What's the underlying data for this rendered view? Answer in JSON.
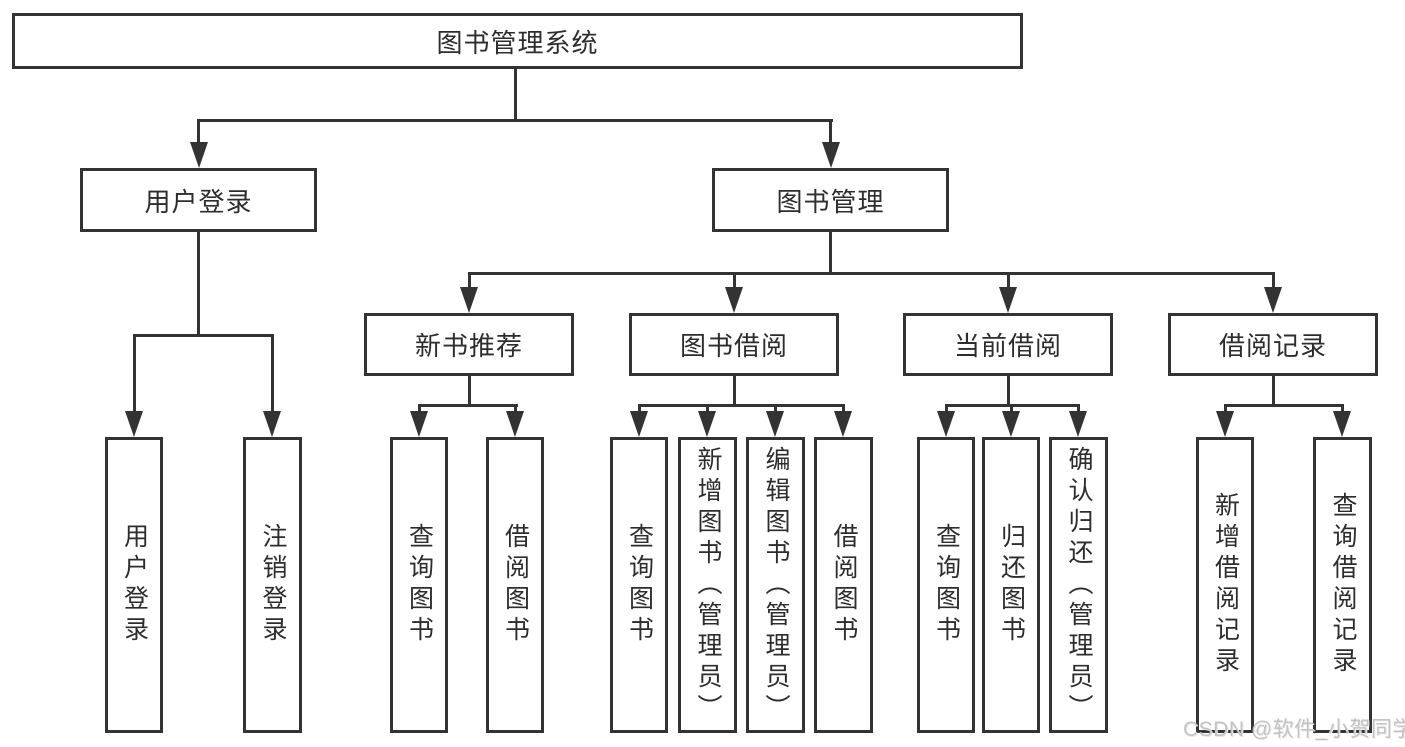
{
  "colors": {
    "background": "#ffffff",
    "line": "#333333",
    "box_border": "#333333",
    "box_fill": "#ffffff",
    "text": "#2d2d2d",
    "watermark": "#c3c3c3"
  },
  "diagram": {
    "root": {
      "label": "图书管理系统"
    },
    "level2": [
      {
        "label": "用户登录"
      },
      {
        "label": "图书管理"
      }
    ],
    "level3": [
      {
        "label": "新书推荐",
        "parent": "图书管理"
      },
      {
        "label": "图书借阅",
        "parent": "图书管理"
      },
      {
        "label": "当前借阅",
        "parent": "图书管理"
      },
      {
        "label": "借阅记录",
        "parent": "图书管理"
      }
    ],
    "leaves": [
      {
        "label": "用户登录",
        "parent": "用户登录"
      },
      {
        "label": "注销登录",
        "parent": "用户登录"
      },
      {
        "label": "查询图书",
        "parent": "新书推荐"
      },
      {
        "label": "借阅图书",
        "parent": "新书推荐"
      },
      {
        "label": "查询图书",
        "parent": "图书借阅"
      },
      {
        "label": "新增图书（管理员）",
        "parent": "图书借阅"
      },
      {
        "label": "编辑图书（管理员）",
        "parent": "图书借阅"
      },
      {
        "label": "借阅图书",
        "parent": "图书借阅"
      },
      {
        "label": "查询图书",
        "parent": "当前借阅"
      },
      {
        "label": "归还图书",
        "parent": "当前借阅"
      },
      {
        "label": "确认归还（管理员）",
        "parent": "当前借阅"
      },
      {
        "label": "新增借阅记录",
        "parent": "借阅记录"
      },
      {
        "label": "查询借阅记录",
        "parent": "借阅记录"
      }
    ]
  },
  "watermark": {
    "text": "CSDN @软件_小贺同学"
  }
}
